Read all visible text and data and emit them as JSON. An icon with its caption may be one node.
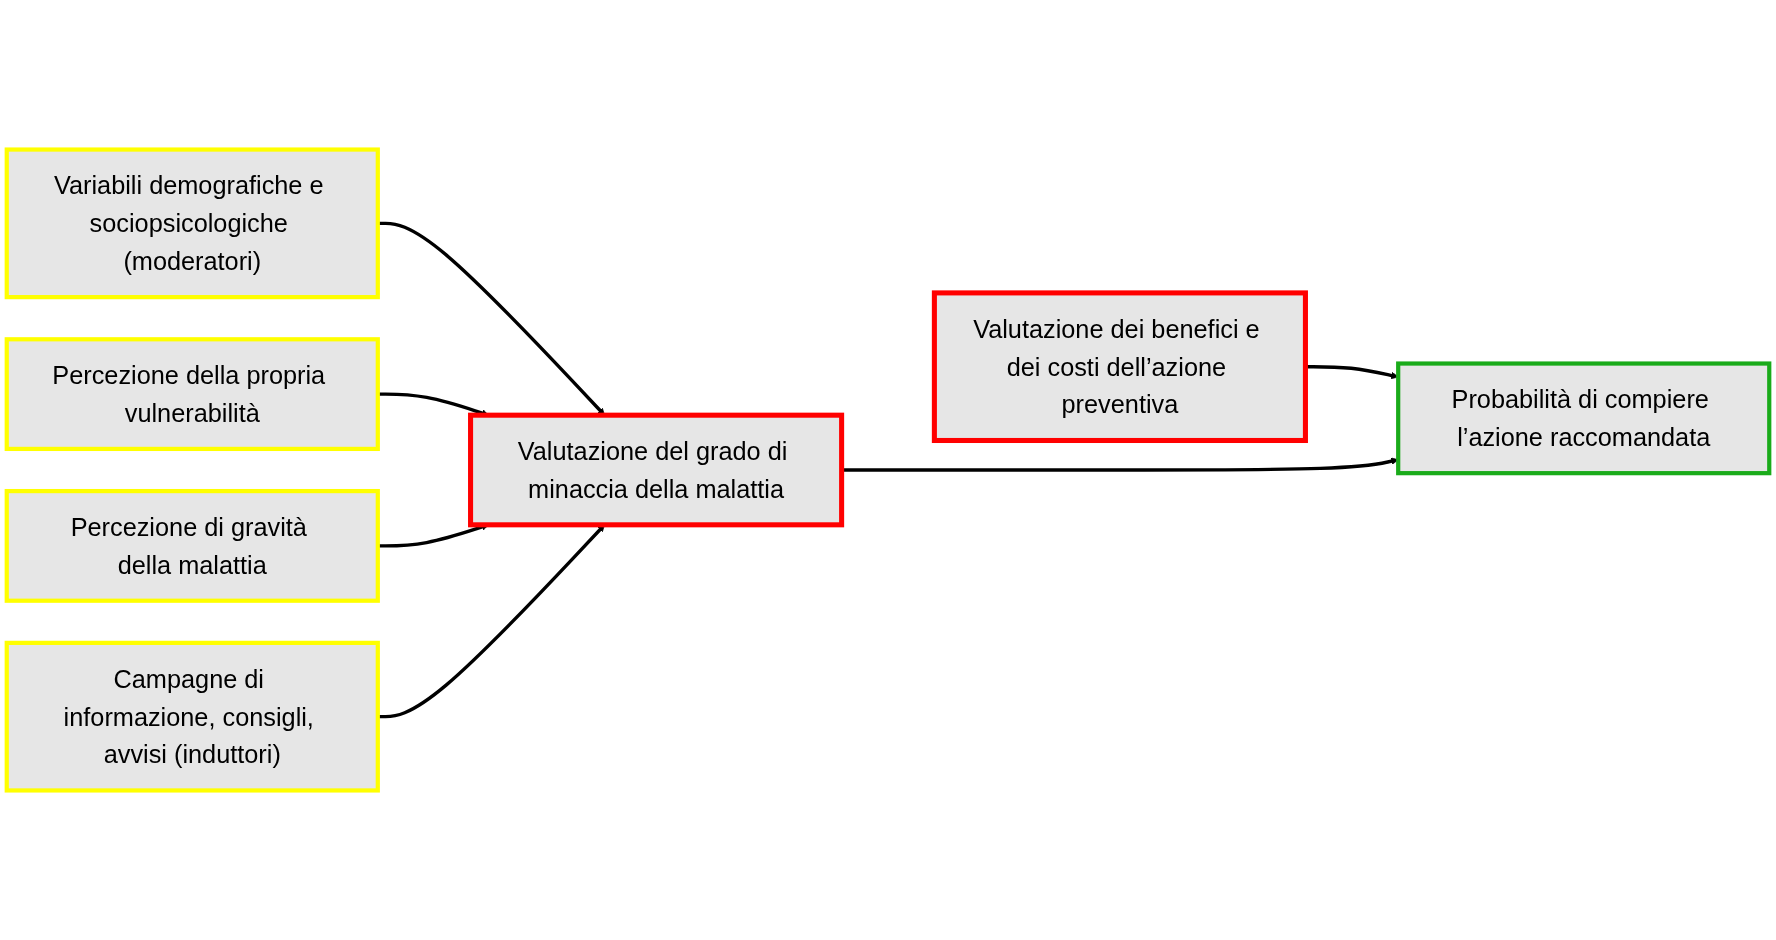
{
  "diagram": {
    "nodes": [
      {
        "text": [
          "Variabili demografiche e sociopsicologiche (moderatori)"
        ]
      },
      {
        "text": [
          "Valutazione dei benefici e dei costi dell’azione preventiva"
        ]
      },
      {
        "text": [
          "Percezione della propria vulnerabilità"
        ]
      },
      {
        "text": [
          "Valutazione del grado di minaccia della malattia"
        ]
      },
      {
        "text": [
          "Probabilità di compiere l’azione raccomandata"
        ]
      },
      {
        "text": [
          "Percezione di gravità della malattia"
        ]
      },
      {
        "text": [
          "Campagne di informazione, consigli, avvisi (induttori)"
        ]
      }
    ],
    "edges": [
      {
        "from": 0,
        "to": 3,
        "arrow": "to"
      },
      {
        "from": 1,
        "to": 4,
        "arrow": "to"
      },
      {
        "from": 2,
        "to": 3,
        "arrow": "to"
      },
      {
        "from": 3,
        "to": 4,
        "arrow": "to"
      },
      {
        "from": 5,
        "to": 3,
        "arrow": "to"
      },
      {
        "from": 6,
        "to": 3,
        "arrow": "to"
      }
    ]
  }
}
